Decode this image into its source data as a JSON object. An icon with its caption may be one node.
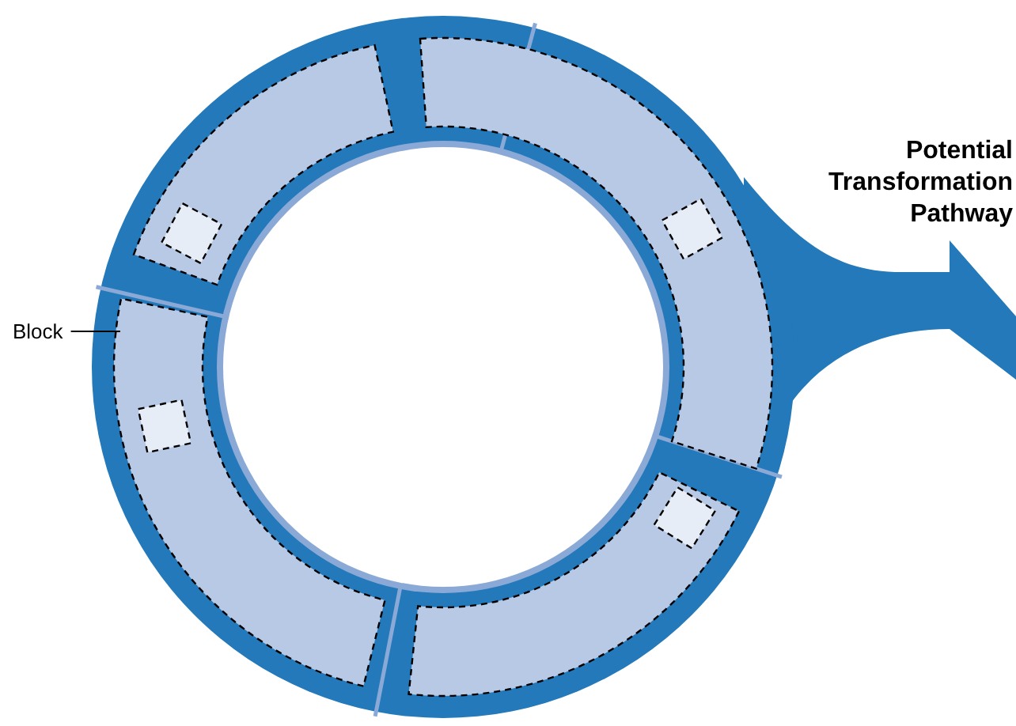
{
  "diagram": {
    "nodes": [
      {
        "text": [
          "Block"
        ]
      },
      {
        "text": [],
        "shape": "box"
      }
    ],
    "edges": [
      {
        "from": 0,
        "to": 1,
        "arrow": "none"
      }
    ],
    "labels": [
      "Potential Transformation Pathway"
    ]
  }
}
